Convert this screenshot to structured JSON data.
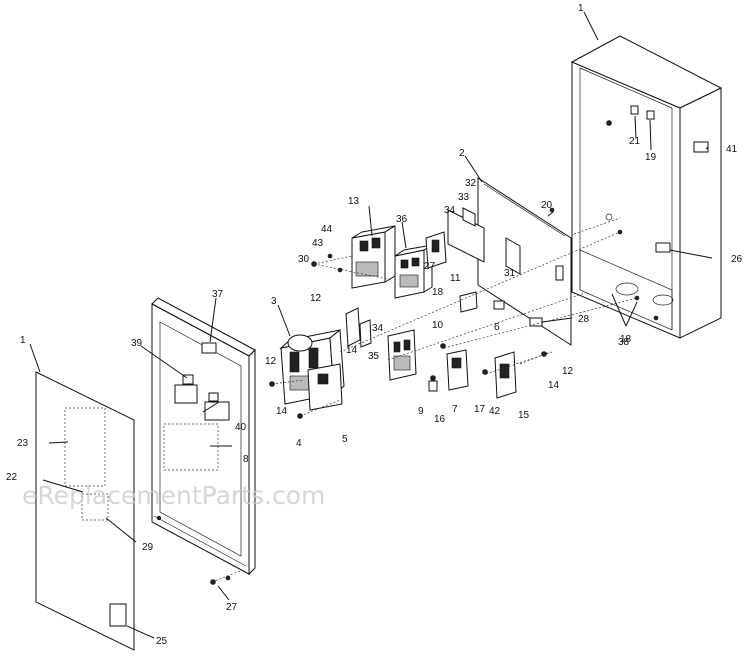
{
  "watermark": "eReplacementParts.com",
  "callouts": [
    "1",
    "1",
    "2",
    "3",
    "4",
    "5",
    "6",
    "7",
    "8",
    "9",
    "10",
    "11",
    "12",
    "12",
    "12",
    "13",
    "14",
    "14",
    "14",
    "15",
    "16",
    "17",
    "18",
    "18",
    "19",
    "20",
    "21",
    "22",
    "23",
    "25",
    "26",
    "27",
    "27",
    "28",
    "29",
    "30",
    "31",
    "32",
    "33",
    "34",
    "34",
    "35",
    "36",
    "37",
    "38",
    "39",
    "40",
    "41",
    "42",
    "43",
    "44"
  ]
}
